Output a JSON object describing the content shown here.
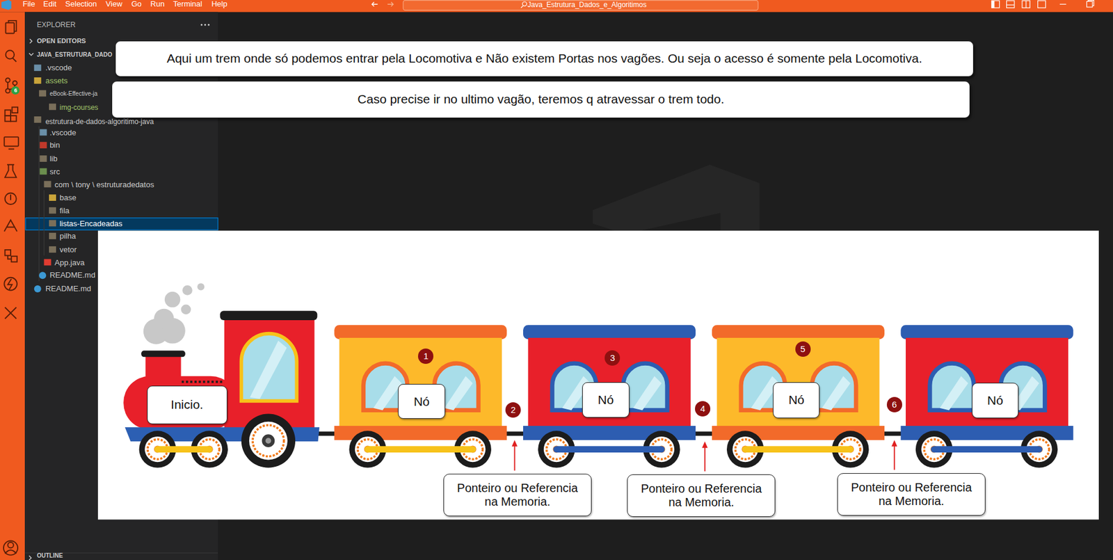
{
  "diagram": {
    "nodes": [
      {
        "text": [
          "Aqui um trem onde só podemos entrar pela Locomotiva e Não existem Portas nos vagões. Ou seja o acesso é somente pela Locomotiva."
        ]
      },
      {
        "text": [
          "Caso precise ir no ultimo vagão, teremos q atravessar o trem todo."
        ]
      },
      {
        "text": [
          "Inicio."
        ]
      },
      {
        "text": [
          "Nó"
        ]
      },
      {
        "text": [
          "Nó"
        ]
      },
      {
        "text": [
          "Nó"
        ]
      },
      {
        "text": [
          "Nó"
        ]
      },
      {
        "text": [
          "Ponteiro ou Referencia na Memoria."
        ]
      },
      {
        "text": [
          "Ponteiro ou Referencia na Memoria."
        ]
      },
      {
        "text": [
          "Ponteiro ou Referencia na Memoria."
        ]
      }
    ],
    "labels": [
      "File",
      "Edit",
      "Selection",
      "View",
      "Go",
      "Run",
      "Terminal",
      "Help",
      "Java_Estrutura_Dados_e_Algoritimos",
      "EXPLORER",
      "6",
      "OPEN EDITORS",
      "JAVA_ESTRUTURA_DADO",
      ".vscode",
      "assets",
      "eBook-Effective-ja",
      "img-courses",
      "estrutura-de-dados-algoritimo-java",
      ".vscode",
      "bin",
      "lib",
      "src",
      "com \\ tony \\ estruturadedatos",
      "base",
      "fila",
      "listas-Encadeadas",
      "pilha",
      "vetor",
      "App.java",
      "README.md",
      "README.md",
      "OUTLINE",
      "1",
      "2",
      "3",
      "4",
      "5",
      "6"
    ]
  }
}
